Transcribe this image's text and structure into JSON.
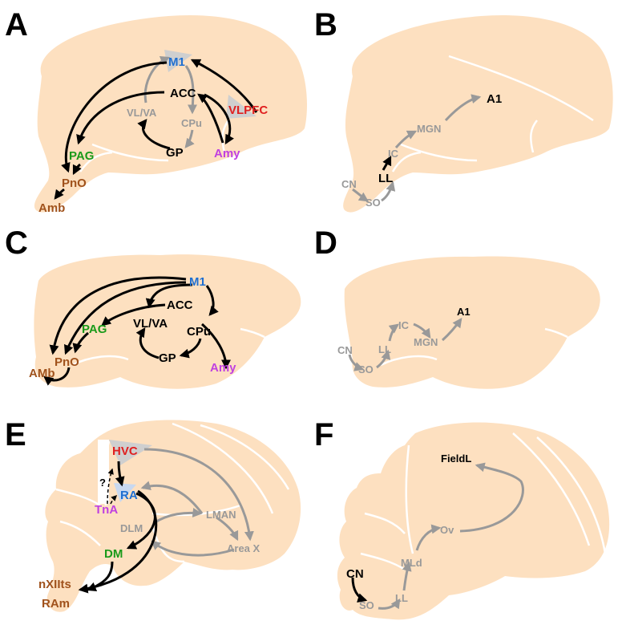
{
  "colors": {
    "brain": "#fde0c0",
    "black_path": "#000000",
    "gray_path": "#999999",
    "motor": "#1f6fd1",
    "prefrontal": "#e02020",
    "pag": "#1a9a1a",
    "brainstem": "#a0521c",
    "amygdala": "#c040e0"
  },
  "panels": {
    "A": {
      "letter": "A",
      "labels": {
        "m1": "M1",
        "acc": "ACC",
        "vlva": "VL/VA",
        "cpu": "CPu",
        "gp": "GP",
        "amy": "Amy",
        "vlpfc": "VLPFC",
        "pag": "PAG",
        "pno": "PnO",
        "amb": "Amb"
      }
    },
    "B": {
      "letter": "B",
      "labels": {
        "a1": "A1",
        "mgn": "MGN",
        "ic": "IC",
        "ll": "LL",
        "cn": "CN",
        "so": "SO"
      }
    },
    "C": {
      "letter": "C",
      "labels": {
        "m1": "M1",
        "acc": "ACC",
        "vlva": "VL/VA",
        "cpu": "CPu",
        "gp": "GP",
        "amy": "Amy",
        "pag": "PAG",
        "pno": "PnO",
        "amb": "AMb"
      }
    },
    "D": {
      "letter": "D",
      "labels": {
        "a1": "A1",
        "mgn": "MGN",
        "ic": "IC",
        "ll": "LL",
        "cn": "CN",
        "so": "SO"
      }
    },
    "E": {
      "letter": "E",
      "labels": {
        "hvc": "HVC",
        "ra": "RA",
        "tna": "TnA",
        "question": "?",
        "lman": "LMAN",
        "dlm": "DLM",
        "areax": "Area X",
        "dm": "DM",
        "nxiits": "nXIIts",
        "ram": "RAm"
      }
    },
    "F": {
      "letter": "F",
      "labels": {
        "fieldl": "FieldL",
        "ov": "Ov",
        "mld": "MLd",
        "ll": "LL",
        "cn": "CN",
        "so": "SO"
      }
    }
  }
}
